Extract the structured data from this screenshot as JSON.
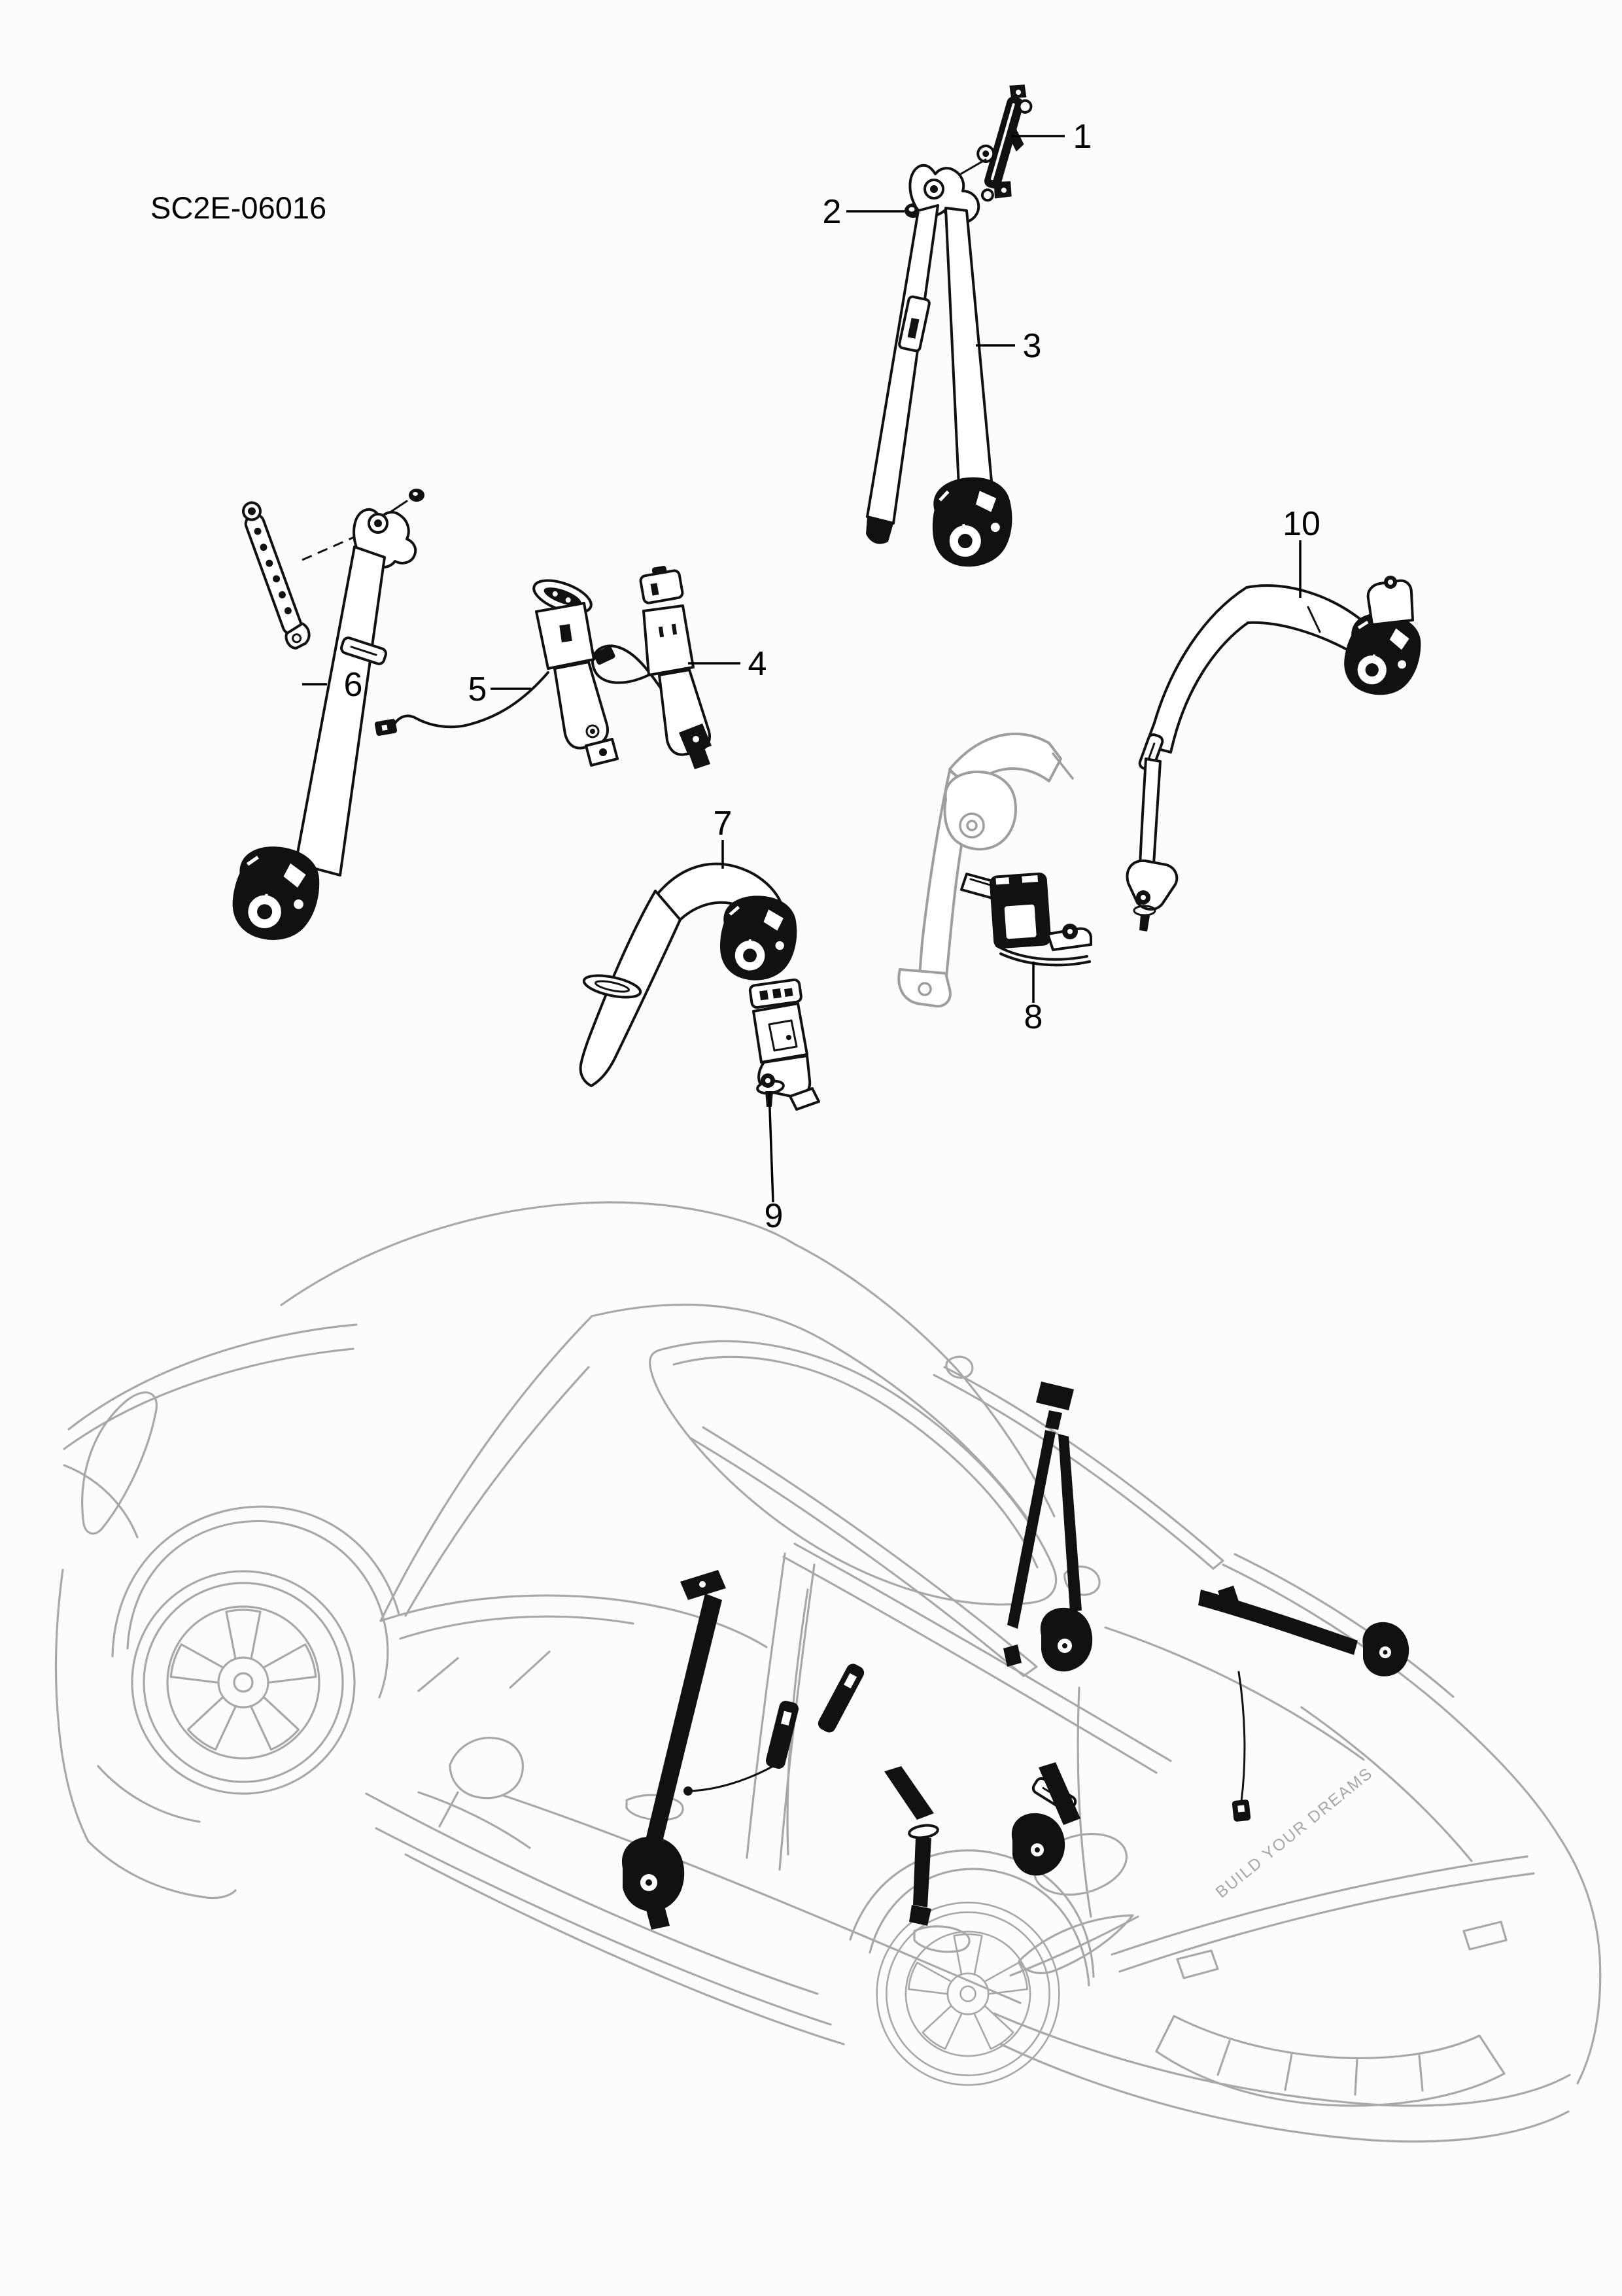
{
  "diagram": {
    "code": "SC2E-06016",
    "vehicle_badge_text": "BUILD YOUR DREAMS",
    "callouts": [
      {
        "label": "1"
      },
      {
        "label": "2"
      },
      {
        "label": "3"
      },
      {
        "label": "4"
      },
      {
        "label": "5"
      },
      {
        "label": "6"
      },
      {
        "label": "7"
      },
      {
        "label": "8"
      },
      {
        "label": "9"
      },
      {
        "label": "10"
      }
    ],
    "colors": {
      "background": "#fcfcfa",
      "part_line": "#111111",
      "car_line": "#a8a8a8",
      "label": "#000000"
    }
  }
}
